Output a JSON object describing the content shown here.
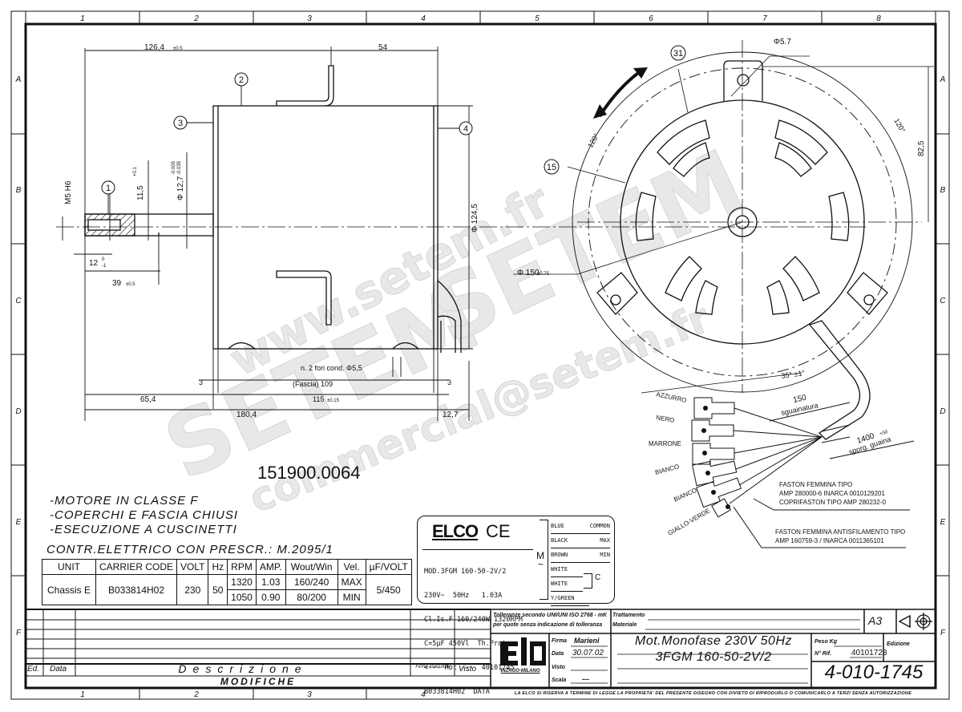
{
  "frame": {
    "columns": [
      "1",
      "2",
      "3",
      "4",
      "5",
      "6",
      "7",
      "8"
    ],
    "rows": [
      "A",
      "B",
      "C",
      "D",
      "E",
      "F"
    ]
  },
  "side_view": {
    "dims": {
      "length_left": "126,4",
      "length_left_tol": "±0.5",
      "length_right": "54",
      "thread": "M5 H6",
      "shaft_flat": "11,5",
      "shaft_flat_tol_up": "+0.1",
      "shaft_flat_tol_low": "0",
      "shaft_dia": "Φ 12,7",
      "shaft_dia_tol_up": "-0.005",
      "shaft_dia_tol_low": "-0.035",
      "thread_depth": "12",
      "thread_depth_tol_up": "0",
      "thread_depth_tol_low": "-1",
      "flat_len": "39",
      "flat_len_tol": "±0.5",
      "body_dia": "Φ 124,5",
      "holes": "n. 2 fori cond. Φ5,5",
      "fascia": "(Fascia) 109",
      "cover_left": "3",
      "cover_right": "3",
      "shaft_ext": "65,4",
      "body_len": "115",
      "body_len_tol": "±0.15",
      "total_len": "180,4",
      "rear": "12,7"
    },
    "callouts": [
      "1",
      "2",
      "3",
      "4"
    ],
    "part_number": "151900.0064"
  },
  "front_view": {
    "callouts": [
      "31",
      "15"
    ],
    "dims": {
      "hole_dia": "Φ5.7",
      "angle_a": "120°",
      "angle_b": "120°",
      "height": "82,5",
      "pcd": "Φ 150",
      "pcd_tol": "±0.75",
      "cable_angle": "35° ±1°"
    }
  },
  "wiring": {
    "wires": [
      "AZZURRO",
      "NERO",
      "MARRONE",
      "BIANCO",
      "BIANCO",
      "GIALLO-VERDE"
    ],
    "strip_len": "150",
    "strip_label": "sguainatura",
    "cable_len": "1400",
    "cable_tol_up": "+50",
    "cable_tol_low": "0",
    "cable_label": "sporg. guaina",
    "note1": [
      "FASTON FEMMINA TIPO",
      "AMP 280000-6 INARCA 0010129201",
      "COPRIFASTON TIPO AMP 280232-0"
    ],
    "note2": [
      "FASTON FEMMINA ANTISFILAMENTO TIPO",
      "AMP 160759-3 / INARCA 0011365101"
    ]
  },
  "notes": {
    "lines": [
      "-MOTORE IN CLASSE F",
      "-COPERCHI E FASCIA CHIUSI",
      "-ESECUZIONE A CUSCINETTI"
    ],
    "control": "CONTR.ELETTRICO CON PRESCR.: M.2095/1"
  },
  "spec_table": {
    "headers": [
      "UNIT",
      "CARRIER CODE",
      "VOLT",
      "Hz",
      "RPM",
      "AMP.",
      "Wout/Win",
      "Vel.",
      "µF/VOLT"
    ],
    "unit": "Chassis E",
    "carrier_code": "B033814H02",
    "volt": "230",
    "hz": "50",
    "rows": [
      {
        "rpm": "1320",
        "amp": "1.03",
        "w": "160/240",
        "vel": "MAX"
      },
      {
        "rpm": "1050",
        "amp": "0.90",
        "w": "80/200",
        "vel": "MIN"
      }
    ],
    "uf_volt": "5/450"
  },
  "label_plate": {
    "brand": "ELCO",
    "ce": "CE",
    "lines": [
      "MOD.3FGM 160-50-2V/2",
      "230V~  50Hz   1.03A",
      "Cl.Is.F 160/240W 1320RPM",
      "C=5µF 450Vl  Th.Prot.",
      "<--- Rot ---  40101745",
      "B033814H02  DATA"
    ],
    "motor": "M",
    "motor_sym": "~",
    "wires": [
      {
        "color": "BLUE",
        "fn": "COMMON"
      },
      {
        "color": "BLACK",
        "fn": "MAX"
      },
      {
        "color": "BROWN",
        "fn": "MIN"
      },
      {
        "color": "WHITE",
        "fn": ""
      },
      {
        "color": "WHITE",
        "fn": ""
      },
      {
        "color": "Y/GREEN",
        "fn": ""
      }
    ],
    "cap": "C"
  },
  "title_block": {
    "tolerance_note": [
      "Tolleranze secondo UNI/UNI ISO 2768 - mK",
      "per quote senza indicazione di tolleranza"
    ],
    "treatment_label": "Trattamento",
    "material_label": "Materiale",
    "format": "A3",
    "firma_label": "Firma",
    "firma": "Marieni",
    "data_label": "Data",
    "data": "30.07.02",
    "visto_label": "Visto",
    "scala_label": "Scala",
    "scala": "---",
    "company_city": "INZAGO-MILANO",
    "title1": "Mot.Monofase 230V 50Hz",
    "title2": "3FGM 160-50-2V/2",
    "peso_label": "Peso Kg",
    "rif_label": "N° Rif.",
    "rif": "40101723",
    "edizione_label": "Edizione",
    "drawing_number": "4-010-1745",
    "disclaimer": "LA ELCO SI RISERVA A TERMINE DI LEGGE LA PROPRIETA' DEL PRESENTE DISEGNO CON DIVIETO DI RIPRODURLO O COMUNICARLO A TERZI SENZA AUTORIZZAZIONE"
  },
  "revisions": {
    "headers": [
      "Ed.",
      "Data",
      "Descrizione",
      "Firma esecutore",
      "Visto"
    ],
    "title": "MODIFICHE"
  },
  "watermark": {
    "url": "www.setem.fr",
    "brand": "SETEM",
    "email": "commercial@setem.fr"
  }
}
